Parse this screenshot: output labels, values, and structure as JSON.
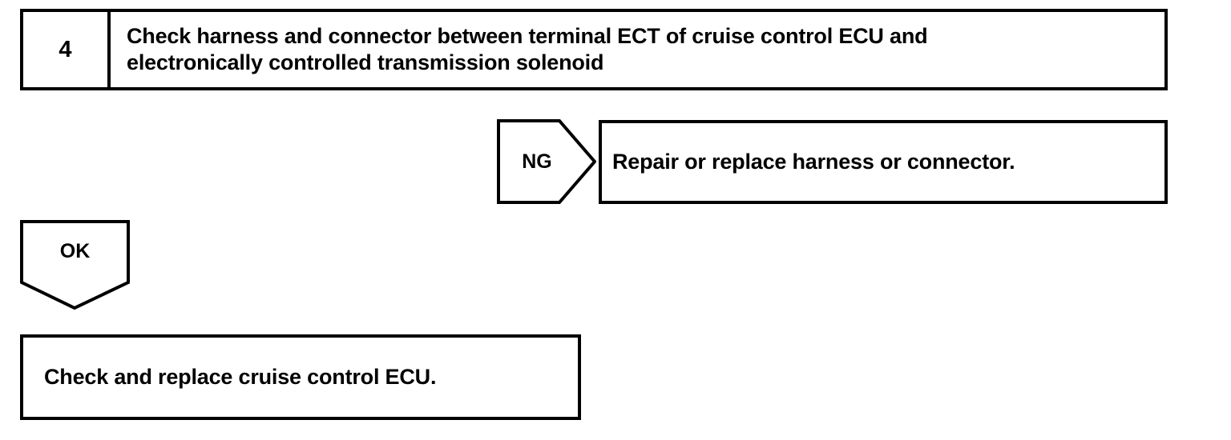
{
  "page": {
    "background_color": "#ffffff",
    "line_color": "#000000",
    "title": "Troubleshooting Flowchart Step 4"
  },
  "step": {
    "number": "4",
    "instruction_line_1": "Check harness and connector between terminal ECT of cruise control ECU and",
    "instruction_line_2": "electronically controlled transmission solenoid"
  },
  "branches": {
    "ng": {
      "label": "NG",
      "result_text": "Repair or replace harness or connector."
    },
    "ok": {
      "label": "OK"
    }
  },
  "final": {
    "text": "Check and replace cruise control ECU."
  }
}
